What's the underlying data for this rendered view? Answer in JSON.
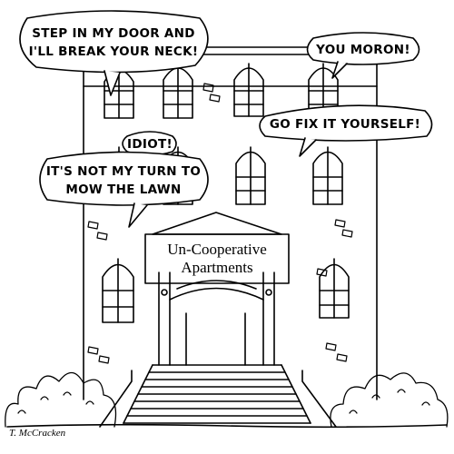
{
  "cartoon": {
    "bubbles": {
      "neck": {
        "line1": "STEP IN MY DOOR AND",
        "line2": "I'LL BREAK YOUR NECK!"
      },
      "moron": {
        "line1": "YOU MORON!"
      },
      "idiot": {
        "line1": "IDIOT!"
      },
      "fix": {
        "line1": "GO FIX IT YOURSELF!"
      },
      "lawn": {
        "line1": "IT'S NOT MY TURN TO",
        "line2": "MOW THE LAWN"
      }
    },
    "sign": {
      "line1": "Un-Cooperative",
      "line2": "Apartments"
    },
    "signature": "T. McCracken"
  }
}
